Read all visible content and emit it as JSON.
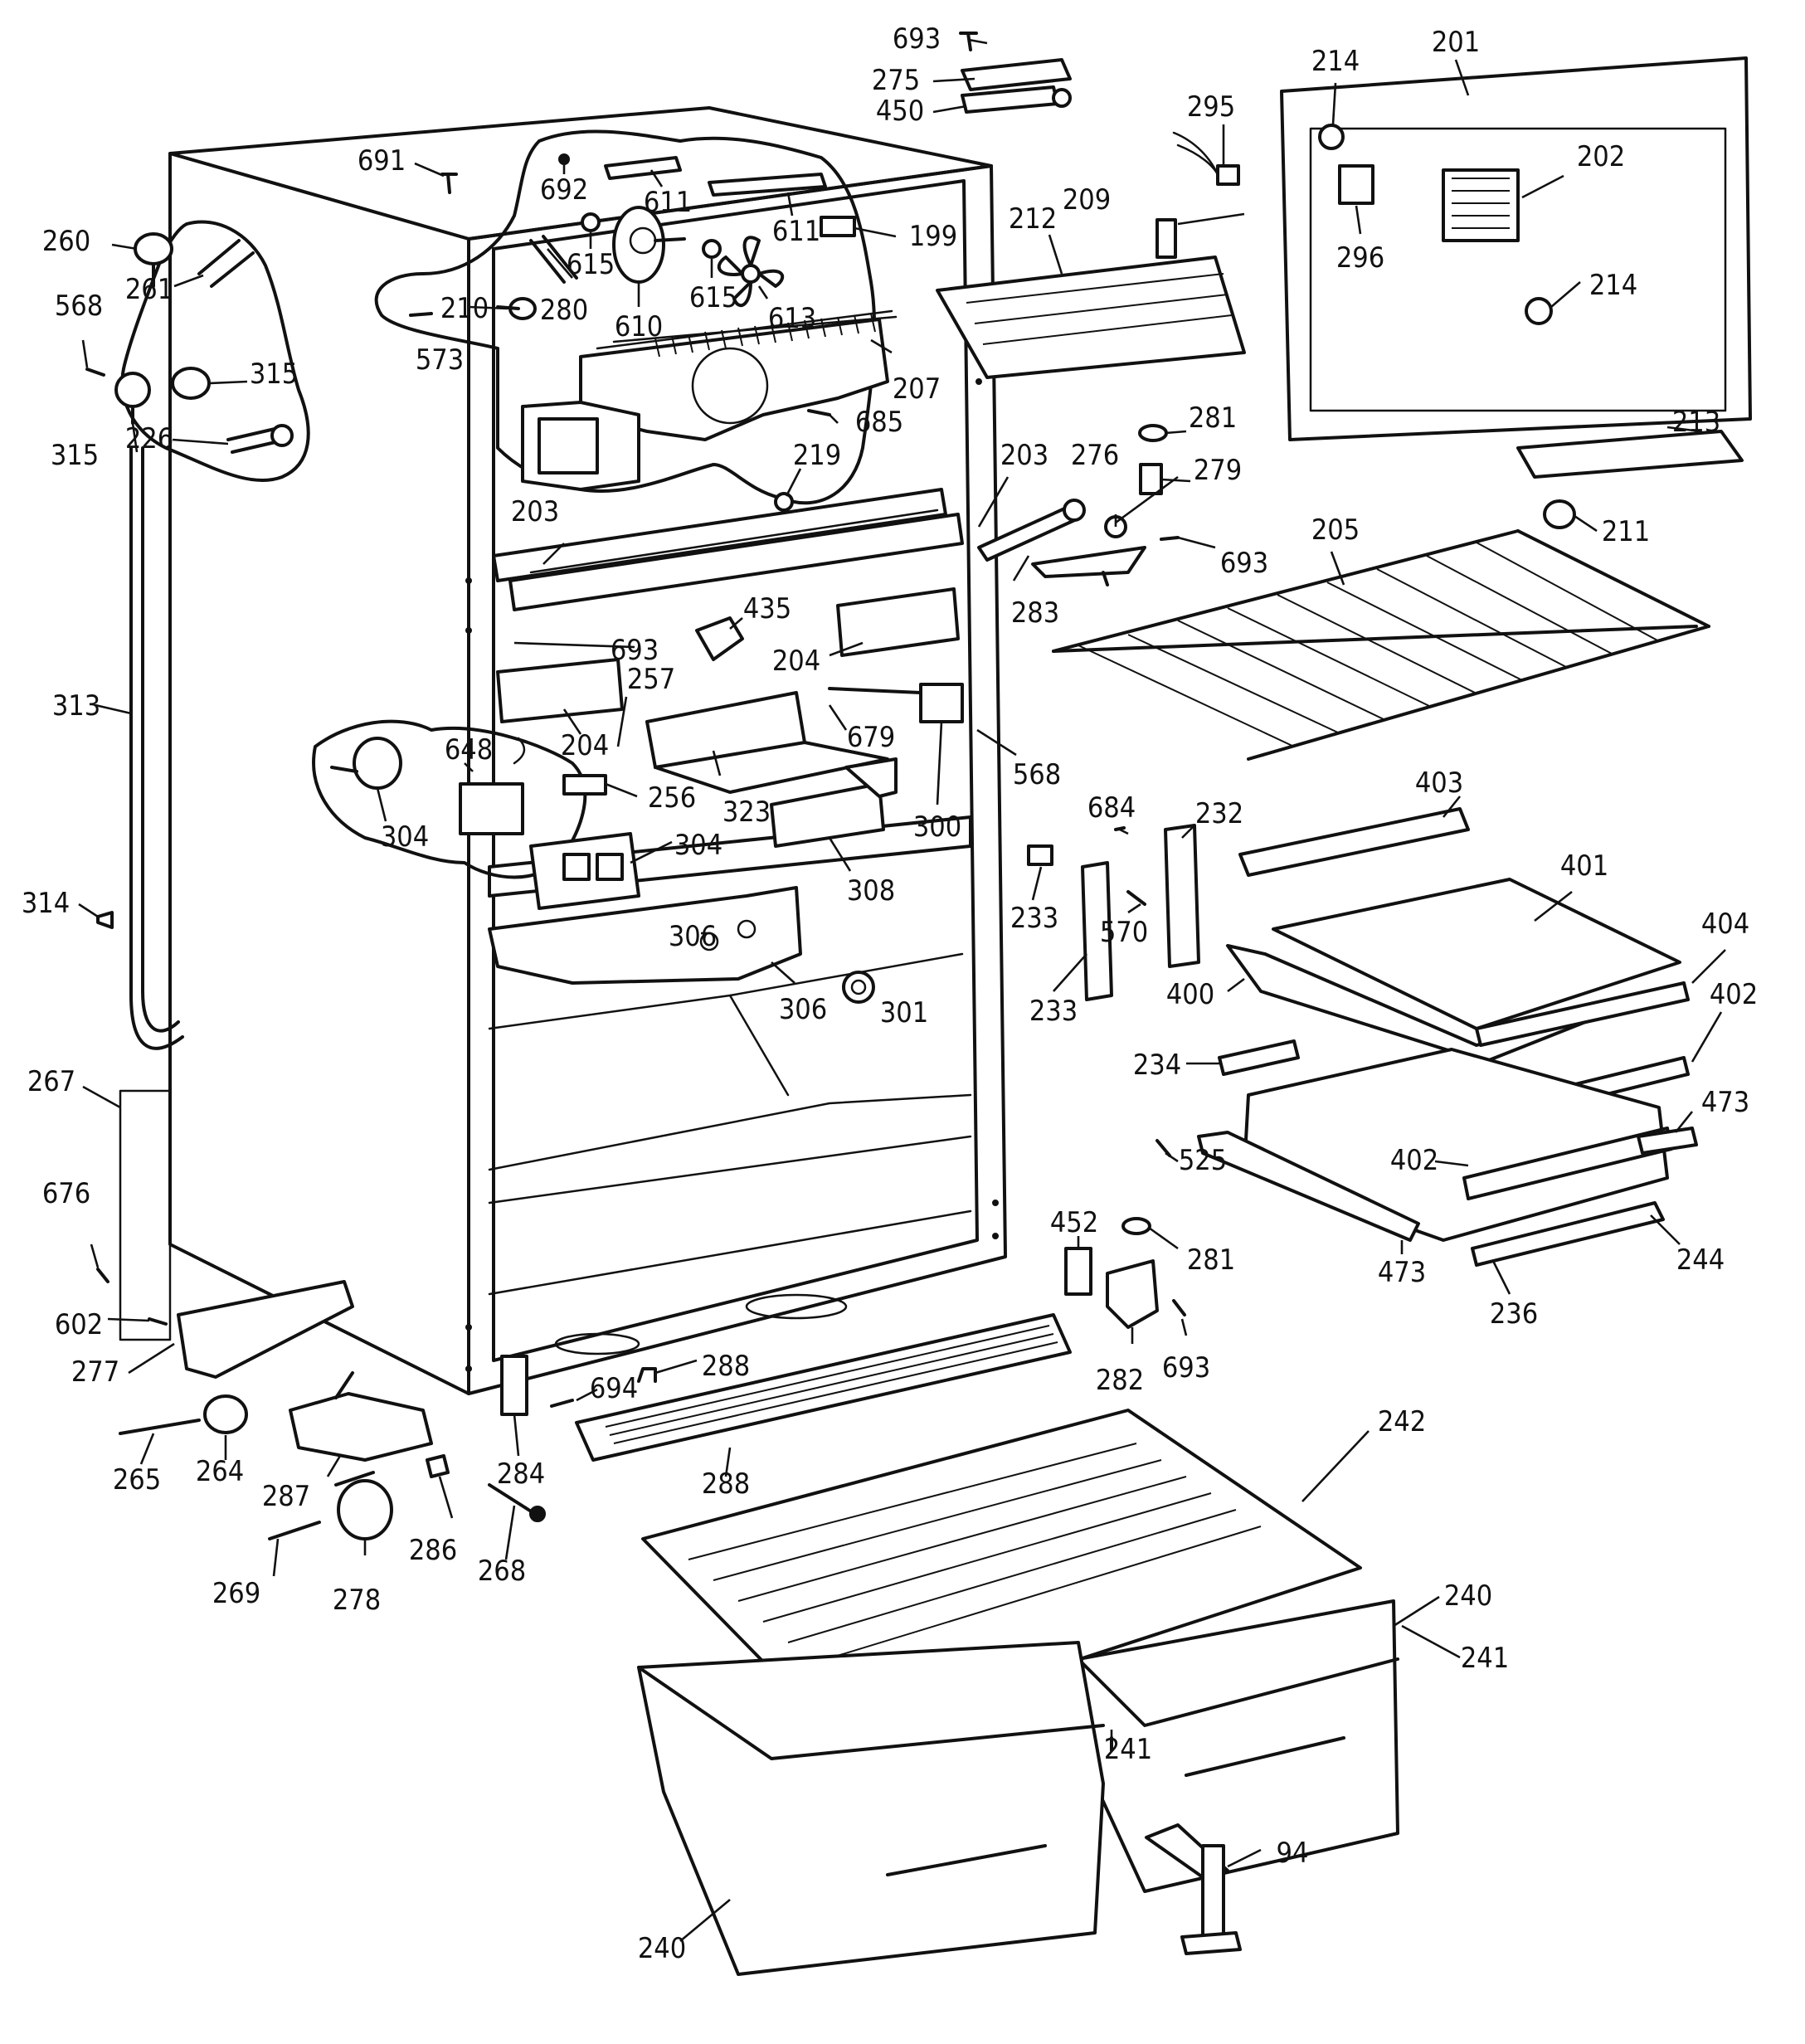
{
  "parts": [
    {
      "id": "p94",
      "label": "94"
    },
    {
      "id": "p199",
      "label": "199"
    },
    {
      "id": "p201",
      "label": "201"
    },
    {
      "id": "p202",
      "label": "202"
    },
    {
      "id": "p203a",
      "label": "203"
    },
    {
      "id": "p203b",
      "label": "203"
    },
    {
      "id": "p204a",
      "label": "204"
    },
    {
      "id": "p204b",
      "label": "204"
    },
    {
      "id": "p205",
      "label": "205"
    },
    {
      "id": "p207",
      "label": "207"
    },
    {
      "id": "p209",
      "label": "209"
    },
    {
      "id": "p210",
      "label": "210"
    },
    {
      "id": "p211",
      "label": "211"
    },
    {
      "id": "p212",
      "label": "212"
    },
    {
      "id": "p213",
      "label": "213"
    },
    {
      "id": "p214a",
      "label": "214"
    },
    {
      "id": "p214b",
      "label": "214"
    },
    {
      "id": "p219",
      "label": "219"
    },
    {
      "id": "p226",
      "label": "226"
    },
    {
      "id": "p232",
      "label": "232"
    },
    {
      "id": "p233a",
      "label": "233"
    },
    {
      "id": "p233b",
      "label": "233"
    },
    {
      "id": "p234",
      "label": "234"
    },
    {
      "id": "p236",
      "label": "236"
    },
    {
      "id": "p240a",
      "label": "240"
    },
    {
      "id": "p240b",
      "label": "240"
    },
    {
      "id": "p241a",
      "label": "241"
    },
    {
      "id": "p241b",
      "label": "241"
    },
    {
      "id": "p242",
      "label": "242"
    },
    {
      "id": "p244",
      "label": "244"
    },
    {
      "id": "p256",
      "label": "256"
    },
    {
      "id": "p257",
      "label": "257"
    },
    {
      "id": "p260",
      "label": "260"
    },
    {
      "id": "p261",
      "label": "261"
    },
    {
      "id": "p264",
      "label": "264"
    },
    {
      "id": "p265",
      "label": "265"
    },
    {
      "id": "p267",
      "label": "267"
    },
    {
      "id": "p268",
      "label": "268"
    },
    {
      "id": "p269",
      "label": "269"
    },
    {
      "id": "p275",
      "label": "275"
    },
    {
      "id": "p276",
      "label": "276"
    },
    {
      "id": "p277",
      "label": "277"
    },
    {
      "id": "p278",
      "label": "278"
    },
    {
      "id": "p279",
      "label": "279"
    },
    {
      "id": "p280",
      "label": "280"
    },
    {
      "id": "p281a",
      "label": "281"
    },
    {
      "id": "p281b",
      "label": "281"
    },
    {
      "id": "p282",
      "label": "282"
    },
    {
      "id": "p283",
      "label": "283"
    },
    {
      "id": "p284",
      "label": "284"
    },
    {
      "id": "p286",
      "label": "286"
    },
    {
      "id": "p287",
      "label": "287"
    },
    {
      "id": "p288a",
      "label": "288"
    },
    {
      "id": "p288b",
      "label": "288"
    },
    {
      "id": "p295",
      "label": "295"
    },
    {
      "id": "p296",
      "label": "296"
    },
    {
      "id": "p300",
      "label": "300"
    },
    {
      "id": "p301",
      "label": "301"
    },
    {
      "id": "p304a",
      "label": "304"
    },
    {
      "id": "p304b",
      "label": "304"
    },
    {
      "id": "p306a",
      "label": "306"
    },
    {
      "id": "p306b",
      "label": "306"
    },
    {
      "id": "p308",
      "label": "308"
    },
    {
      "id": "p313",
      "label": "313"
    },
    {
      "id": "p314",
      "label": "314"
    },
    {
      "id": "p315a",
      "label": "315"
    },
    {
      "id": "p315b",
      "label": "315"
    },
    {
      "id": "p323",
      "label": "323"
    },
    {
      "id": "p400",
      "label": "400"
    },
    {
      "id": "p401",
      "label": "401"
    },
    {
      "id": "p402a",
      "label": "402"
    },
    {
      "id": "p402b",
      "label": "402"
    },
    {
      "id": "p403",
      "label": "403"
    },
    {
      "id": "p404",
      "label": "404"
    },
    {
      "id": "p435",
      "label": "435"
    },
    {
      "id": "p450",
      "label": "450"
    },
    {
      "id": "p452",
      "label": "452"
    },
    {
      "id": "p473a",
      "label": "473"
    },
    {
      "id": "p473b",
      "label": "473"
    },
    {
      "id": "p525",
      "label": "525"
    },
    {
      "id": "p568a",
      "label": "568"
    },
    {
      "id": "p568b",
      "label": "568"
    },
    {
      "id": "p570",
      "label": "570"
    },
    {
      "id": "p573",
      "label": "573"
    },
    {
      "id": "p602",
      "label": "602"
    },
    {
      "id": "p610",
      "label": "610"
    },
    {
      "id": "p611a",
      "label": "611"
    },
    {
      "id": "p611b",
      "label": "611"
    },
    {
      "id": "p613",
      "label": "613"
    },
    {
      "id": "p615a",
      "label": "615"
    },
    {
      "id": "p615b",
      "label": "615"
    },
    {
      "id": "p648",
      "label": "648"
    },
    {
      "id": "p676",
      "label": "676"
    },
    {
      "id": "p679",
      "label": "679"
    },
    {
      "id": "p684",
      "label": "684"
    },
    {
      "id": "p685",
      "label": "685"
    },
    {
      "id": "p691",
      "label": "691"
    },
    {
      "id": "p692",
      "label": "692"
    },
    {
      "id": "p693a",
      "label": "693"
    },
    {
      "id": "p693b",
      "label": "693"
    },
    {
      "id": "p693c",
      "label": "693"
    },
    {
      "id": "p693d",
      "label": "693"
    },
    {
      "id": "p694",
      "label": "694"
    }
  ]
}
